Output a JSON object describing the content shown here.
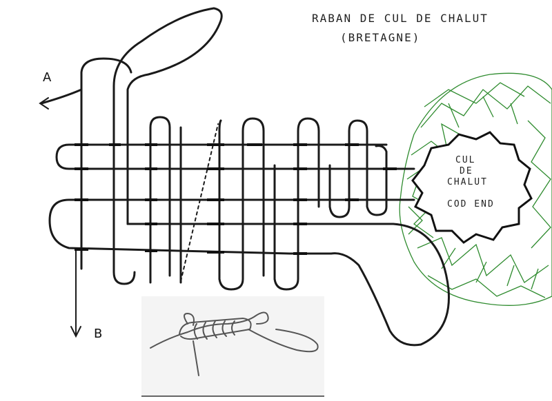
{
  "title": {
    "line1": "RABAN DE CUL DE CHALUT",
    "line2": "(BRETAGNE)"
  },
  "labels": {
    "start": "A",
    "end": "B",
    "cod_end_fr_1": "CUL",
    "cod_end_fr_2": "DE",
    "cod_end_fr_3": "CHALUT",
    "cod_end_en": "COD END"
  },
  "colors": {
    "rope": "#1a1a1a",
    "net": "#2e8b2e",
    "inset_rope": "#555555"
  }
}
